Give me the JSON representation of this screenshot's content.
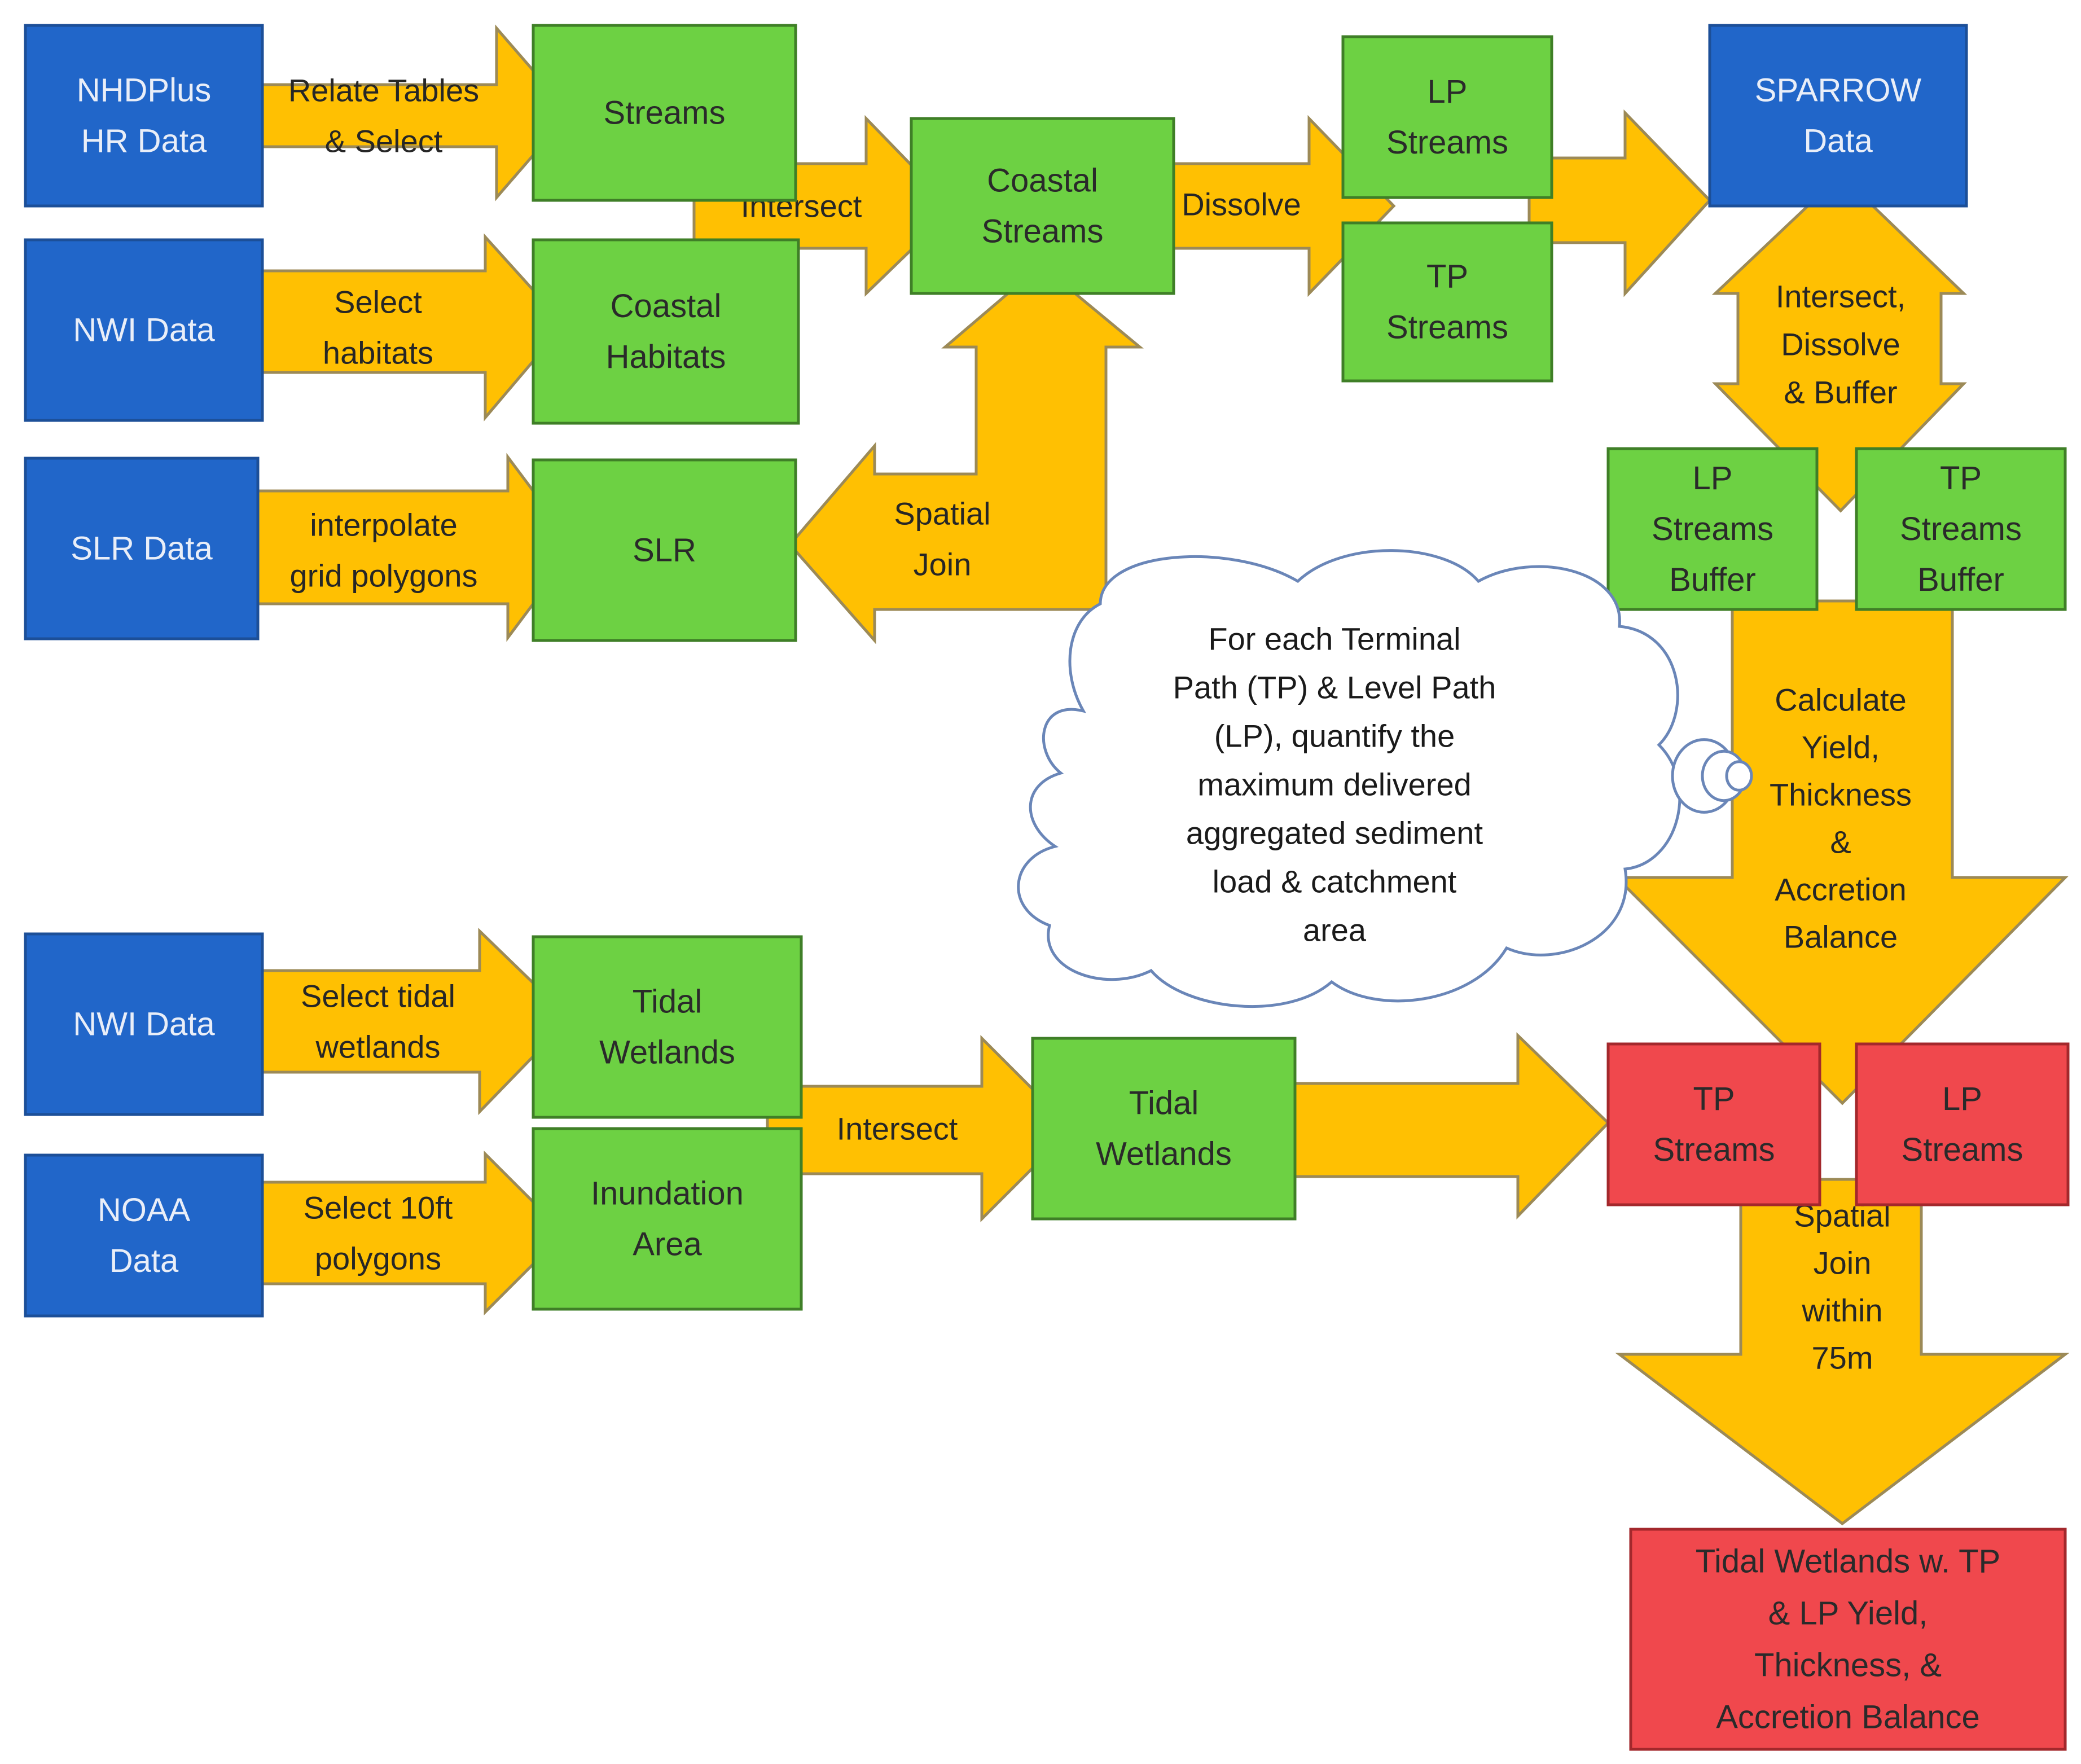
{
  "colors": {
    "source_fill": "#2166c9",
    "source_stroke": "#1c4f98",
    "intermediate_fill": "#6dd143",
    "intermediate_stroke": "#3f7f27",
    "output_fill": "#f0484d",
    "output_stroke": "#a3282c",
    "arrow_fill": "#ffc002",
    "arrow_stroke": "#9c8a57",
    "cloud_stroke": "#6a86b8",
    "text_on_blue": "#e9eef8",
    "text_dark": "#2a2a2a"
  },
  "nodes": {
    "nhdplus": {
      "lines": [
        "NHDPlus",
        "HR Data"
      ],
      "kind": "source"
    },
    "nwi_top": {
      "lines": [
        "NWI Data"
      ],
      "kind": "source"
    },
    "slr_data": {
      "lines": [
        "SLR Data"
      ],
      "kind": "source"
    },
    "nwi_bottom": {
      "lines": [
        "NWI Data"
      ],
      "kind": "source"
    },
    "noaa": {
      "lines": [
        "NOAA",
        "Data"
      ],
      "kind": "source"
    },
    "sparrow": {
      "lines": [
        "SPARROW",
        "Data"
      ],
      "kind": "source"
    },
    "streams": {
      "lines": [
        "Streams"
      ],
      "kind": "intermediate"
    },
    "coastal_habitats": {
      "lines": [
        "Coastal",
        "Habitats"
      ],
      "kind": "intermediate"
    },
    "slr": {
      "lines": [
        "SLR"
      ],
      "kind": "intermediate"
    },
    "coastal_streams": {
      "lines": [
        "Coastal",
        "Streams"
      ],
      "kind": "intermediate"
    },
    "lp_streams": {
      "lines": [
        "LP",
        "Streams"
      ],
      "kind": "intermediate"
    },
    "tp_streams": {
      "lines": [
        "TP",
        "Streams"
      ],
      "kind": "intermediate"
    },
    "lp_streams_buffer": {
      "lines": [
        "LP",
        "Streams",
        "Buffer"
      ],
      "kind": "intermediate"
    },
    "tp_streams_buffer": {
      "lines": [
        "TP",
        "Streams",
        "Buffer"
      ],
      "kind": "intermediate"
    },
    "tidal_wetlands_1": {
      "lines": [
        "Tidal",
        "Wetlands"
      ],
      "kind": "intermediate"
    },
    "inundation_area": {
      "lines": [
        "Inundation",
        "Area"
      ],
      "kind": "intermediate"
    },
    "tidal_wetlands_2": {
      "lines": [
        "Tidal",
        "Wetlands"
      ],
      "kind": "intermediate"
    },
    "tp_streams_out": {
      "lines": [
        "TP",
        "Streams"
      ],
      "kind": "output"
    },
    "lp_streams_out": {
      "lines": [
        "LP",
        "Streams"
      ],
      "kind": "output"
    },
    "final_output": {
      "lines": [
        "Tidal Wetlands w. TP",
        "& LP Yield,",
        "Thickness, &",
        "Accretion Balance"
      ],
      "kind": "output"
    }
  },
  "arrows": {
    "relate_tables": {
      "lines": [
        "Relate Tables",
        "& Select"
      ]
    },
    "select_habitats": {
      "lines": [
        "Select",
        "habitats"
      ]
    },
    "interpolate": {
      "lines": [
        "interpolate",
        "grid polygons"
      ]
    },
    "intersect_top": {
      "lines": [
        "Intersect"
      ]
    },
    "dissolve": {
      "lines": [
        "Dissolve"
      ]
    },
    "to_sparrow": {
      "lines": []
    },
    "spatial_join_top": {
      "lines": [
        "Spatial",
        "Join"
      ]
    },
    "intersect_dissolve_buffer": {
      "lines": [
        "Intersect,",
        "Dissolve",
        "& Buffer"
      ]
    },
    "calculate": {
      "lines": [
        "Calculate",
        "Yield,",
        "Thickness",
        "&",
        "Accretion",
        "Balance"
      ]
    },
    "select_tidal_wetlands": {
      "lines": [
        "Select tidal",
        "wetlands"
      ]
    },
    "select_10ft": {
      "lines": [
        "Select 10ft",
        "polygons"
      ]
    },
    "intersect_bottom": {
      "lines": [
        "Intersect"
      ]
    },
    "to_outputs": {
      "lines": []
    },
    "spatial_join_bottom": {
      "lines": [
        "Spatial",
        "Join",
        "within",
        "75m"
      ]
    }
  },
  "callout": {
    "lines": [
      "For each Terminal",
      "Path (TP) & Level Path",
      "(LP), quantify the",
      "maximum delivered",
      "aggregated sediment",
      "load & catchment",
      "area"
    ]
  }
}
